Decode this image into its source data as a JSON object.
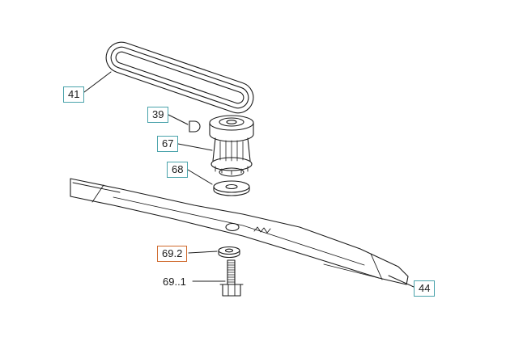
{
  "diagram_title": "blade-assembly-exploded-parts-diagram",
  "labels": [
    {
      "id": "41",
      "text": "41",
      "style": "teal",
      "part": "belt"
    },
    {
      "id": "39",
      "text": "39",
      "style": "teal",
      "part": "key"
    },
    {
      "id": "67",
      "text": "67",
      "style": "teal",
      "part": "blade-adapter"
    },
    {
      "id": "68",
      "text": "68",
      "style": "teal",
      "part": "washer-upper"
    },
    {
      "id": "69.2",
      "text": "69.2",
      "style": "orange",
      "part": "washer-lower"
    },
    {
      "id": "69..1",
      "text": "69..1",
      "style": "plain",
      "part": "blade-bolt"
    },
    {
      "id": "44",
      "text": "44",
      "style": "teal",
      "part": "blade"
    }
  ],
  "colors": {
    "label_teal": "#4aa3ab",
    "label_orange": "#cf6a2d",
    "line": "#1b1b1b",
    "background": "#ffffff"
  }
}
